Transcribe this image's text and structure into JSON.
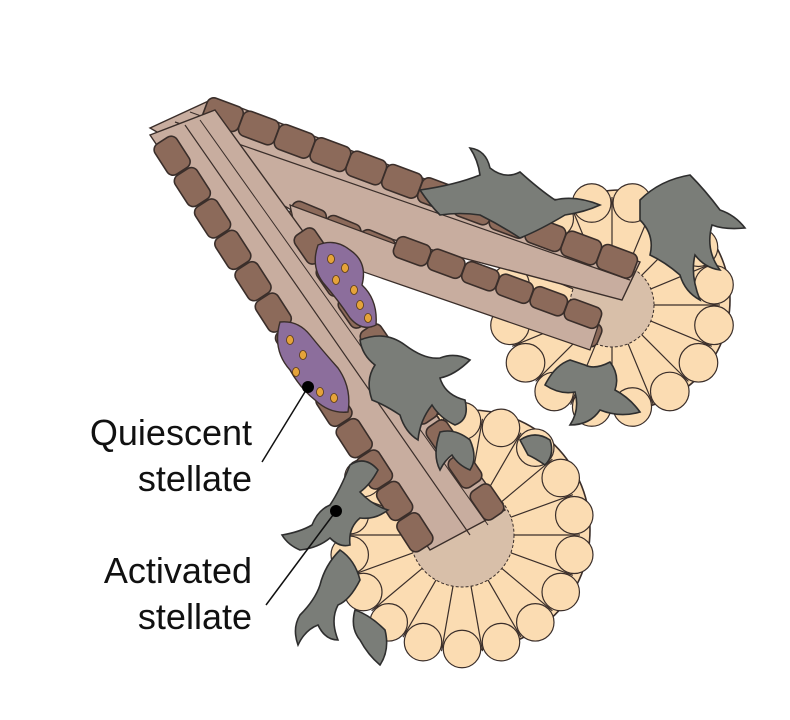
{
  "labels": {
    "quiescent_line1": "Quiescent",
    "quiescent_line2": "stellate",
    "activated_line1": "Activated",
    "activated_line2": "stellate"
  },
  "colors": {
    "duct_cell": "#8c6a5a",
    "duct_wall": "#a5877a",
    "lumen": "#c8ad9f",
    "acinar_cell": "#fbdcb2",
    "acinar_lumen": "#d8bfa9",
    "activated_stellate": "#7a7d78",
    "quiescent_stellate": "#8c6e9c",
    "lipid_droplet": "#e5a33a",
    "outline": "#3a2e2a"
  }
}
